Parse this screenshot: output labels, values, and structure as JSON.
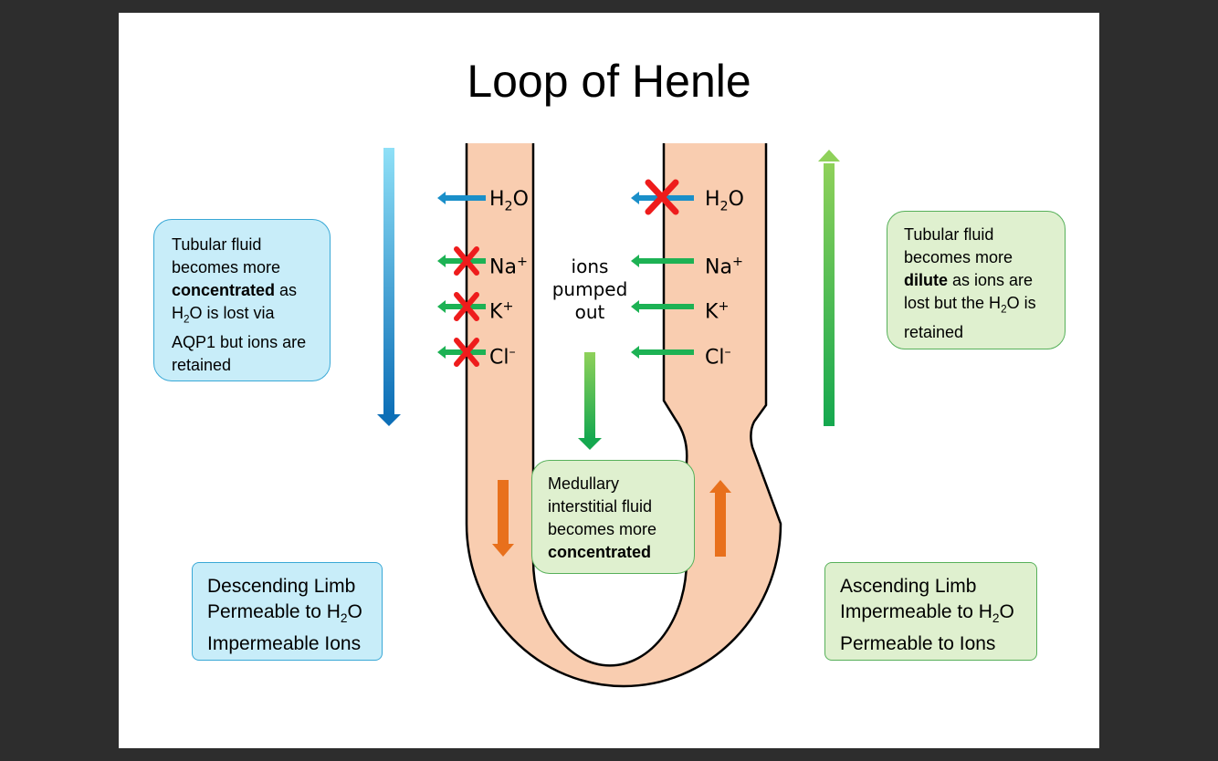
{
  "title": "Loop of Henle",
  "descending": {
    "ions": {
      "h2o": "H",
      "h2o_sub": "2",
      "h2o_tail": "O",
      "na": "Na",
      "na_sup": "+",
      "k": "K",
      "k_sup": "+",
      "cl": "Cl",
      "cl_sup": "–"
    },
    "info_box": {
      "line1": "Tubular fluid",
      "line2": "becomes more",
      "bold": "concentrated",
      "after_bold": " as",
      "h": "H",
      "sub": "2",
      "line4_tail": "O is lost via",
      "line5": "AQP1 but ions are",
      "line6": "retained"
    },
    "label_box": {
      "line1": "Descending Limb",
      "line2a": "Permeable to H",
      "line2_sub": "2",
      "line2b": "O",
      "line3": "Impermeable Ions"
    }
  },
  "ascending": {
    "ions": {
      "h2o": "H",
      "h2o_sub": "2",
      "h2o_tail": "O",
      "na": "Na",
      "na_sup": "+",
      "k": "K",
      "k_sup": "+",
      "cl": "Cl",
      "cl_sup": "–"
    },
    "info_box": {
      "line1": "Tubular fluid",
      "line2": "becomes more",
      "bold": "dilute",
      "after_bold": " as ions are",
      "line4a": "lost but the H",
      "sub": "2",
      "line4b": "O is",
      "line5": "retained"
    },
    "label_box": {
      "line1": "Ascending Limb",
      "line2a": "Impermeable to H",
      "line2_sub": "2",
      "line2b": "O",
      "line3": "Permeable to Ions"
    }
  },
  "center": {
    "pumped": [
      "ions",
      "pumped",
      "out"
    ],
    "medullary": {
      "line1": "Medullary",
      "line2": "interstitial fluid",
      "line3": "becomes more",
      "bold": "concentrated"
    }
  },
  "colors": {
    "tube": "#f9cdb0",
    "water_arrow": "#1a8fc9",
    "ion_arrow": "#1db254",
    "blocked_x": "#ee1c1c",
    "flow_arrow": "#e8701c",
    "blue_box": "#c8edf9",
    "green_box": "#dff0cf"
  }
}
